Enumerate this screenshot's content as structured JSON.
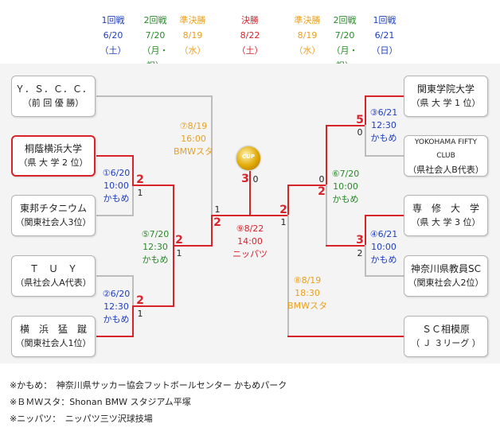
{
  "header": [
    {
      "round": "1回戦",
      "date": "6/20",
      "day": "（土）",
      "color": "#1f3fbf"
    },
    {
      "round": "2回戦",
      "date": "7/20",
      "day": "（月・祝）",
      "color": "#2a8a2a"
    },
    {
      "round": "準決勝",
      "date": "8/19",
      "day": "（水）",
      "color": "#e8a020"
    },
    {
      "round": "決勝",
      "date": "8/22",
      "day": "（土）",
      "color": "#d8232a"
    },
    {
      "round": "準決勝",
      "date": "8/19",
      "day": "（水）",
      "color": "#e8a020"
    },
    {
      "round": "2回戦",
      "date": "7/20",
      "day": "（月・祝）",
      "color": "#2a8a2a"
    },
    {
      "round": "1回戦",
      "date": "6/21",
      "day": "（日）",
      "color": "#1f3fbf"
    }
  ],
  "teams": [
    {
      "name": "Ｙ．Ｓ．Ｃ．Ｃ．",
      "sub": "（前 回 優 勝）"
    },
    {
      "name": "桐蔭横浜大学",
      "sub": "（県 大 学 2 位）"
    },
    {
      "name": "東邦チタニウム",
      "sub": "（関東社会人3位）"
    },
    {
      "name": "Ｔ　Ｕ　Ｙ",
      "sub": "（県社会人A代表）"
    },
    {
      "name": "横　浜　猛　蹴",
      "sub": "（関東社会人1位）"
    },
    {
      "name": "関東学院大学",
      "sub": "（県 大 学 1 位）"
    },
    {
      "name": "YOKOHAMA FIFTY CLUB",
      "sub": "（県社会人B代表）"
    },
    {
      "name": "専　修　大　学",
      "sub": "（県 大 学 3 位）"
    },
    {
      "name": "神奈川県教員SC",
      "sub": "（関東社会人2位）"
    },
    {
      "name": "ＳＣ相模原",
      "sub": "（ Ｊ ３リーグ ）"
    }
  ],
  "matches": [
    {
      "no": "①6/20",
      "time": "10:00",
      "venue": "かもめ",
      "color": "#1f3fbf",
      "score_top": "2",
      "score_bottom": "1"
    },
    {
      "no": "②6/20",
      "time": "12:30",
      "venue": "かもめ",
      "color": "#1f3fbf",
      "score_top": "2",
      "score_bottom": "1"
    },
    {
      "no": "③6/21",
      "time": "12:30",
      "venue": "かもめ",
      "color": "#1f3fbf",
      "score_top": "5",
      "score_bottom": "0"
    },
    {
      "no": "④6/21",
      "time": "10:00",
      "venue": "かもめ",
      "color": "#1f3fbf",
      "score_top": "3",
      "score_bottom": "2"
    },
    {
      "no": "⑤7/20",
      "time": "12:30",
      "venue": "かもめ",
      "color": "#2a8a2a",
      "score_top": "2",
      "score_bottom": "1"
    },
    {
      "no": "⑥7/20",
      "time": "10:00",
      "venue": "かもめ",
      "color": "#2a8a2a",
      "score_top": "0",
      "score_bottom": "2"
    },
    {
      "no": "⑦8/19",
      "time": "16:00",
      "venue": "BMWスタ",
      "color": "#e8a020",
      "score_top": "1",
      "score_bottom": "2"
    },
    {
      "no": "⑧8/19",
      "time": "18:30",
      "venue": "BMWスタ",
      "color": "#e8a020",
      "score_top": "2",
      "score_bottom": "1"
    },
    {
      "no": "⑨8/22",
      "time": "14:00",
      "venue": "ニッパツ",
      "color": "#d8232a",
      "score_top": "3",
      "score_bottom": "0"
    }
  ],
  "notes": [
    "※かもめ：　神奈川県サッカー協会フットボールセンター かもめパーク",
    "※ＢＭＷスタ：Shonan BMW スタジアム平塚",
    "※ニッパツ：　ニッパツ三ツ沢球技場"
  ]
}
